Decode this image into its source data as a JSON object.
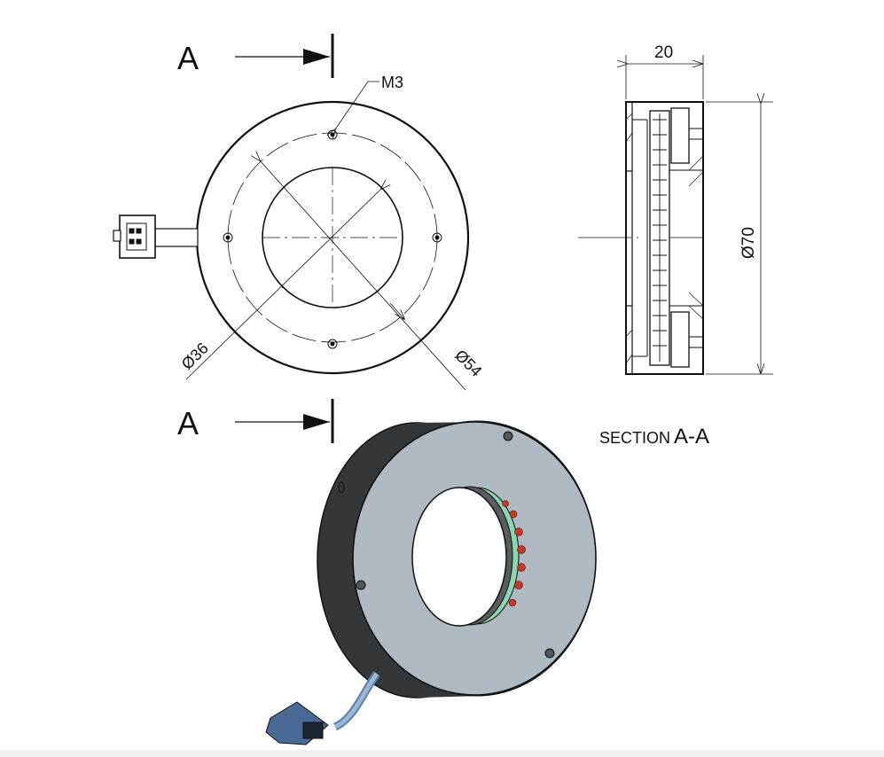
{
  "section_marks": {
    "top": "A",
    "bottom": "A"
  },
  "labels": {
    "thread": "M3",
    "inner_diameter": "Ø36",
    "bolt_circle": "Ø54",
    "width": "20",
    "outer_diameter": "Ø70",
    "section_prefix": "SECTION",
    "section_name": "A-A"
  },
  "colors": {
    "face": "#aeb9c1",
    "body": "#3a3d40",
    "led_board": "#8fd4b0",
    "led": "#c0392b",
    "cable": "#7d9cc4"
  }
}
